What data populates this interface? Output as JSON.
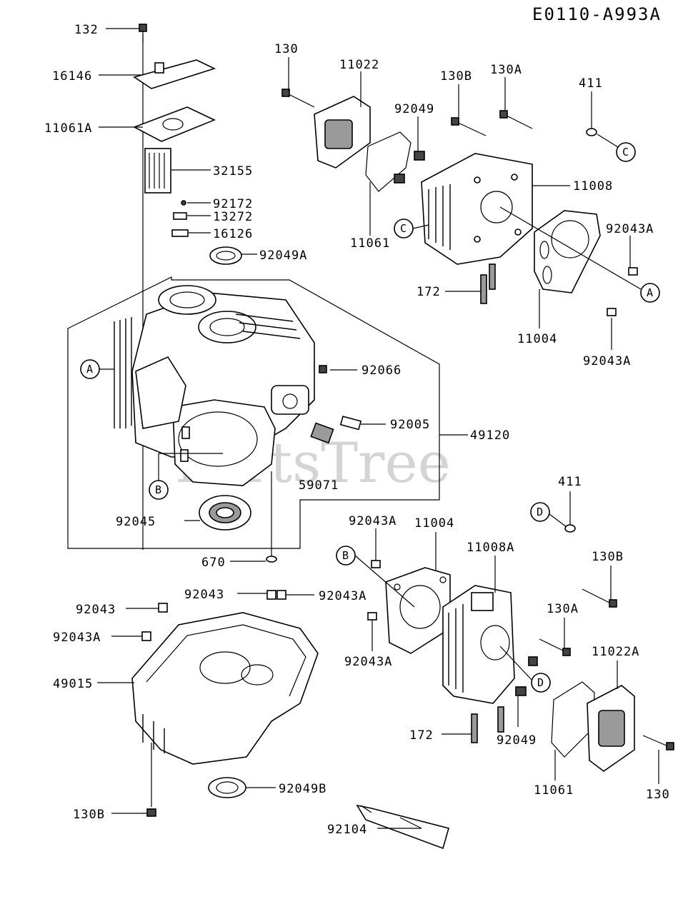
{
  "diagram_code": "E0110-A993A",
  "watermark": "PartsTree",
  "callouts": {
    "c132": "132",
    "c16146": "16146",
    "c11061A": "11061A",
    "c32155": "32155",
    "c92172": "92172",
    "c13272": "13272",
    "c16126": "16126",
    "c92049A": "92049A",
    "c130_top": "130",
    "c11022": "11022",
    "c130B_top": "130B",
    "c130A_top": "130A",
    "c92049_top": "92049",
    "c411_top": "411",
    "c11008": "11008",
    "c92043A_r1": "92043A",
    "c11061_top": "11061",
    "c172_top": "172",
    "c11004_top": "11004",
    "c92043A_r2": "92043A",
    "c92066": "92066",
    "c92005": "92005",
    "c49120": "49120",
    "c59071": "59071",
    "c92045": "92045",
    "c670": "670",
    "c411_mid": "411",
    "c92043A_m": "92043A",
    "c11004_bot": "11004",
    "c11008A": "11008A",
    "c130B_mid": "130B",
    "c92043_a": "92043",
    "c92043A_b": "92043A",
    "c92043_c": "92043",
    "c92043A_d": "92043A",
    "c49015": "49015",
    "c130A_bot": "130A",
    "c11022A": "11022A",
    "c92043A_e": "92043A",
    "c172_bot": "172",
    "c92049_bot": "92049",
    "c11061_bot": "11061",
    "c130_bot": "130",
    "c92049B": "92049B",
    "c130B_bot": "130B",
    "c92104": "92104"
  },
  "refs": {
    "C": "C",
    "A": "A",
    "B": "B",
    "D": "D"
  }
}
